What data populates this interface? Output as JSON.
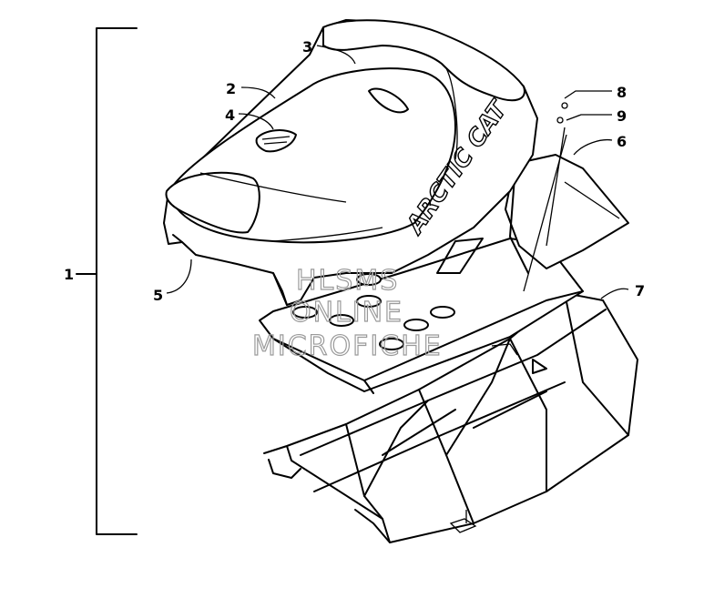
{
  "callouts": [
    {
      "id": "1",
      "label": "1"
    },
    {
      "id": "2",
      "label": "2"
    },
    {
      "id": "3",
      "label": "3"
    },
    {
      "id": "4",
      "label": "4"
    },
    {
      "id": "5",
      "label": "5"
    },
    {
      "id": "6",
      "label": "6"
    },
    {
      "id": "7",
      "label": "7"
    },
    {
      "id": "8",
      "label": "8"
    },
    {
      "id": "9",
      "label": "9"
    }
  ],
  "seat_logo": "ARCTIC CAT",
  "watermark": {
    "line1": "HLSMS",
    "line2": "ONLINE",
    "line3": "MICROFICHE"
  },
  "colors": {
    "line": "#000000",
    "background": "#ffffff",
    "watermark": "#9a9a9a"
  }
}
